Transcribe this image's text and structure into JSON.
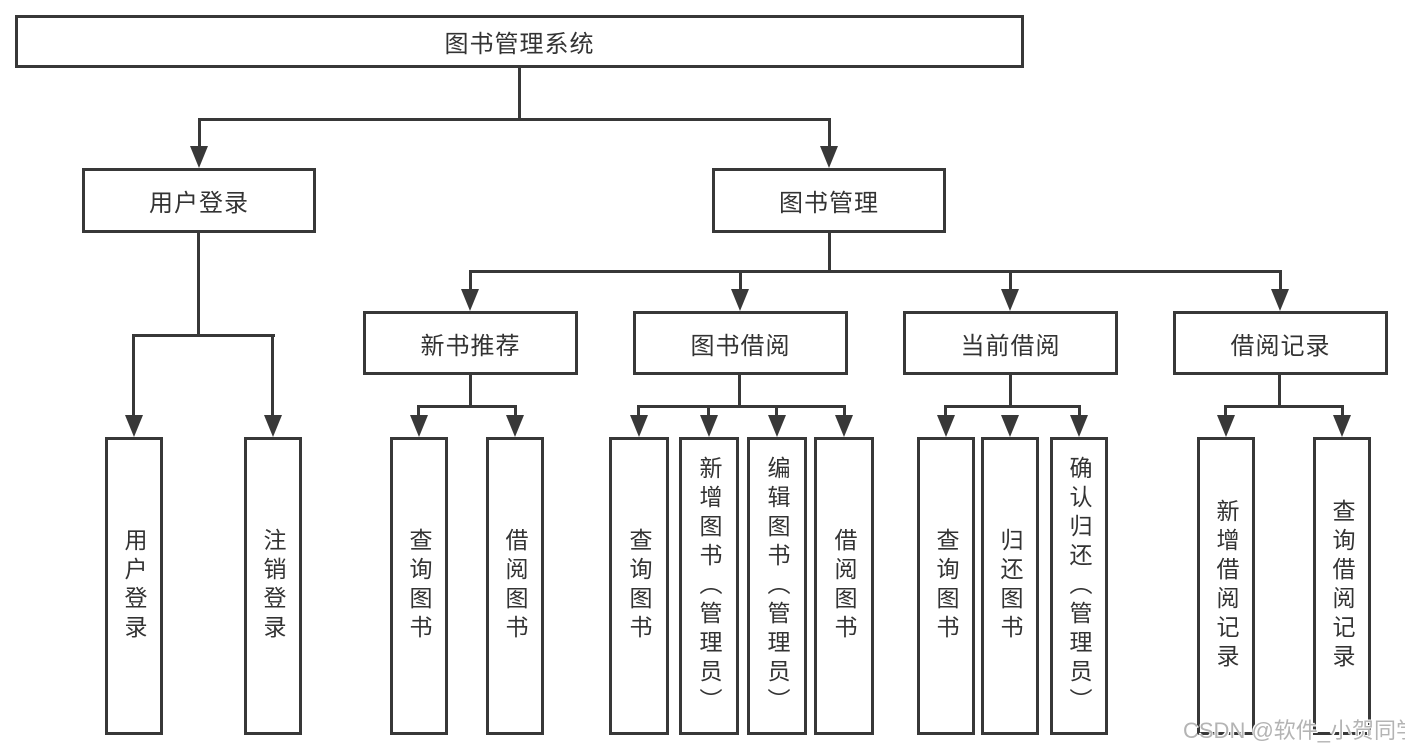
{
  "root": {
    "label": "图书管理系统"
  },
  "level2": [
    {
      "label": "用户登录",
      "children": [
        "用户登录",
        "注销登录"
      ]
    },
    {
      "label": "图书管理"
    }
  ],
  "level3": [
    {
      "label": "新书推荐",
      "children": [
        "查询图书",
        "借阅图书"
      ]
    },
    {
      "label": "图书借阅",
      "children": [
        "查询图书",
        "新增图书（管理员）",
        "编辑图书（管理员）",
        "借阅图书"
      ]
    },
    {
      "label": "当前借阅",
      "children": [
        "查询图书",
        "归还图书",
        "确认归还（管理员）"
      ]
    },
    {
      "label": "借阅记录",
      "children": [
        "新增借阅记录",
        "查询借阅记录"
      ]
    }
  ],
  "watermark": "CSDN @软件_小贺同学",
  "colors": {
    "line": "#383838",
    "text": "#333333",
    "watermark": "#b4b4b4"
  }
}
